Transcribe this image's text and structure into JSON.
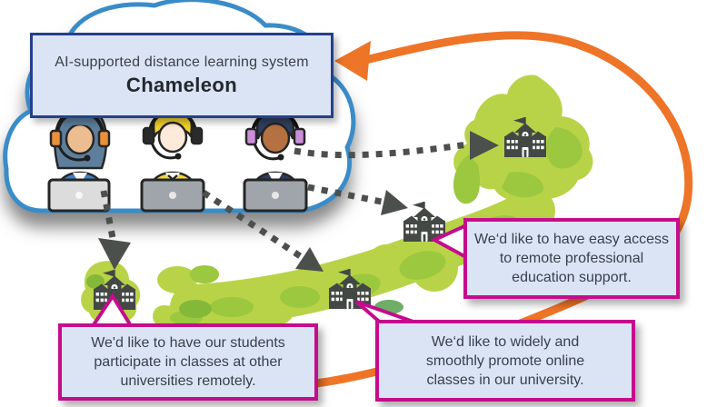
{
  "header": {
    "subtitle": "AI-supported distance learning system",
    "title": "Chameleon"
  },
  "bubbles": {
    "students": {
      "lines": [
        "We'd like to have our students",
        "participate in classes at other",
        "universities remotely."
      ]
    },
    "access": {
      "lines": [
        "We‘d like to have easy access",
        "to remote professional",
        "education support."
      ]
    },
    "online": {
      "lines": [
        "We‘d like to widely and",
        "smoothly promote online",
        "classes in our university."
      ]
    }
  },
  "icons": {
    "cloud": "cloud-shape",
    "operators": [
      "operator-headset-icon-blue",
      "operator-headset-icon-yellow",
      "operator-headset-icon-navy"
    ],
    "schools": [
      "school-icon-hokkaido",
      "school-icon-tohoku",
      "school-icon-chubu",
      "school-icon-kyushu"
    ],
    "arrows": [
      "dotted-arrow-to-kyushu",
      "dotted-arrow-to-chubu",
      "dotted-arrow-to-tohoku",
      "dotted-arrow-to-hokkaido"
    ],
    "loop": "orange-loop-arrow"
  },
  "colors": {
    "cloud_border": "#3a8cc8",
    "box_border": "#24408c",
    "panel_fill": "#dbe4f4",
    "bubble_border": "#c40d8d",
    "orange": "#ee7428",
    "map_green_light": "#b9d348",
    "map_green_mid": "#9bc83e",
    "map_green_dark": "#84b838",
    "icon_dark": "#434845",
    "arrow_gray": "#4c504d",
    "text_dark": "#39404c"
  }
}
